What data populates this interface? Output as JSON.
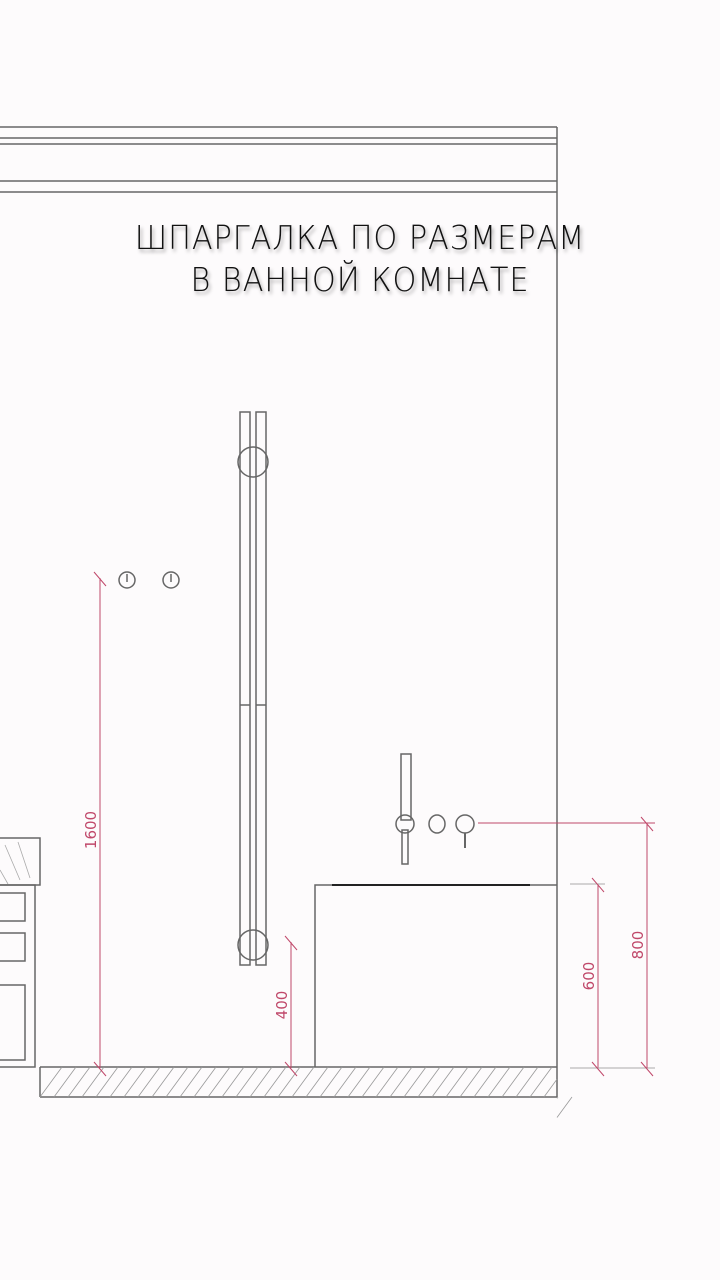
{
  "title": {
    "line1": "ШПАРГАЛКА ПО РАЗМЕРАМ",
    "line2": "В ВАННОЙ КОМНАТЕ"
  },
  "dimensions": {
    "switches": "1600",
    "towel_rail": "400",
    "bathtub": "600",
    "mixer": "800"
  },
  "colors": {
    "line": "#555555",
    "dimension": "#c0486a",
    "background": "#fdfbfc"
  }
}
